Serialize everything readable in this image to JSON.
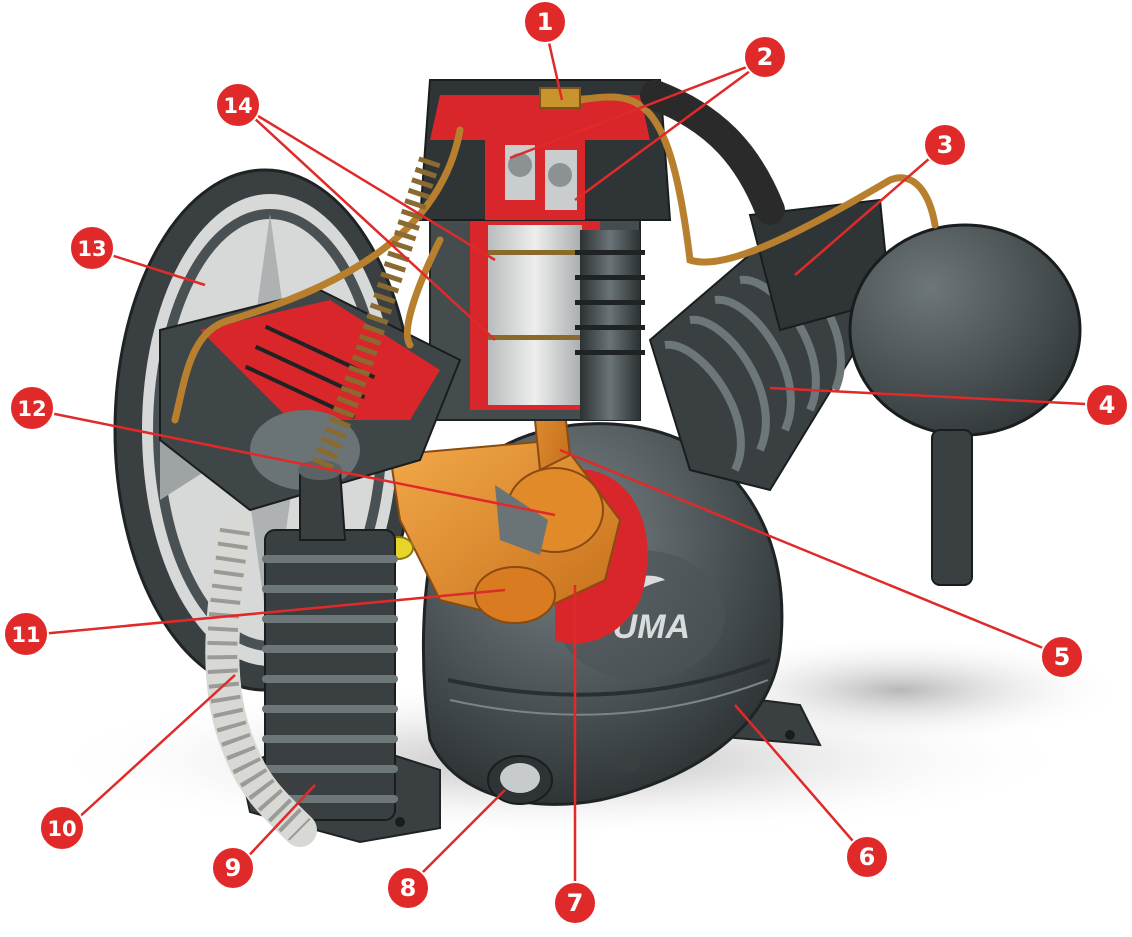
{
  "diagram": {
    "brand_logo": "PUMA",
    "callouts": [
      {
        "id": "callout-1",
        "label": "1"
      },
      {
        "id": "callout-2",
        "label": "2"
      },
      {
        "id": "callout-3",
        "label": "3"
      },
      {
        "id": "callout-4",
        "label": "4"
      },
      {
        "id": "callout-5",
        "label": "5"
      },
      {
        "id": "callout-6",
        "label": "6"
      },
      {
        "id": "callout-7",
        "label": "7"
      },
      {
        "id": "callout-8",
        "label": "8"
      },
      {
        "id": "callout-9",
        "label": "9"
      },
      {
        "id": "callout-10",
        "label": "10"
      },
      {
        "id": "callout-11",
        "label": "11"
      },
      {
        "id": "callout-12",
        "label": "12"
      },
      {
        "id": "callout-13",
        "label": "13"
      },
      {
        "id": "callout-14",
        "label": "14"
      }
    ],
    "colors": {
      "callout_fill": "#e02a2a",
      "callout_text": "#ffffff",
      "leader_line": "#e02a2a",
      "body_dark": "#3e4446",
      "body_mid": "#5b6366",
      "cutaway_red": "#d8262a",
      "internal_orange": "#e8902a",
      "copper_tube": "#b8802e",
      "spring_white": "#d8d8d4"
    }
  }
}
